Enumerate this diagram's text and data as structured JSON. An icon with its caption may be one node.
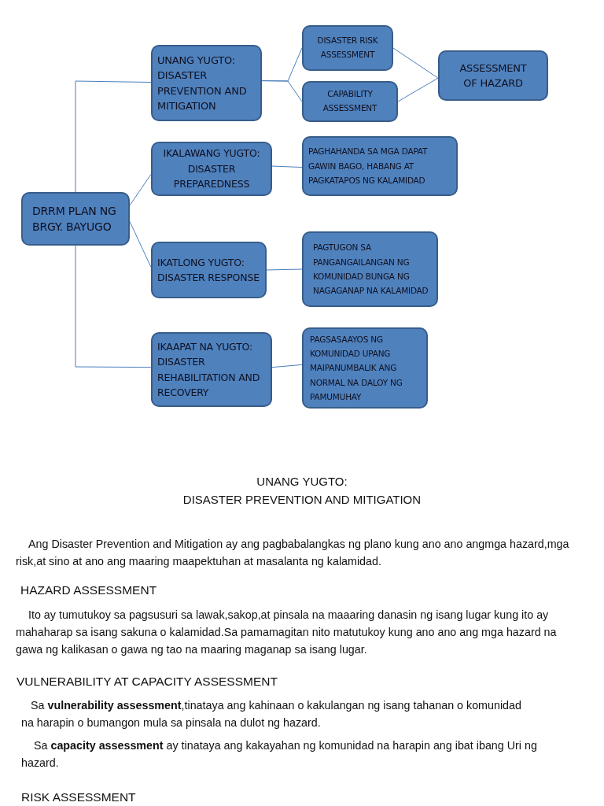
{
  "diagram": {
    "nodes": [
      {
        "text": [
          "DRRM PLAN NG BRGY. BAYUGO"
        ]
      },
      {
        "text": [
          "UNANG YUGTO: DISASTER PREVENTION AND MITIGATION"
        ]
      },
      {
        "text": [
          "DISASTER RISK ASSESSMENT"
        ]
      },
      {
        "text": [
          "CAPABILITY ASSESSMENT"
        ]
      },
      {
        "text": [
          "ASSESSMENT OF HAZARD"
        ]
      },
      {
        "text": [
          "IKALAWANG YUGTO: DISASTER PREPAREDNESS"
        ]
      },
      {
        "text": [
          "PAGHAHANDA SA MGA DAPAT GAWIN BAGO, HABANG AT PAGKATAPOS NG KALAMIDAD"
        ]
      },
      {
        "text": [
          "IKATLONG YUGTO: DISASTER RESPONSE"
        ]
      },
      {
        "text": [
          "PAGTUGON SA PANGANGAILANGAN NG KOMUNIDAD BUNGA NG NAGAGANAP NA KALAMIDAD"
        ]
      },
      {
        "text": [
          "IKAAPAT NA YUGTO: DISASTER REHABILITATION AND RECOVERY"
        ]
      },
      {
        "text": [
          "PAGSASAAYOS NG KOMUNIDAD UPANG MAIPANUMBALIK ANG NORMAL NA DALOY NG PAMUMUHAY"
        ]
      }
    ],
    "edges": [
      {
        "from": 0,
        "to": 1,
        "arrow": "none"
      },
      {
        "from": 0,
        "to": 5,
        "arrow": "none"
      },
      {
        "from": 0,
        "to": 7,
        "arrow": "none"
      },
      {
        "from": 0,
        "to": 9,
        "arrow": "none"
      },
      {
        "from": 1,
        "to": 2,
        "arrow": "none"
      },
      {
        "from": 1,
        "to": 3,
        "arrow": "none"
      },
      {
        "from": 2,
        "to": 4,
        "arrow": "none"
      },
      {
        "from": 3,
        "to": 4,
        "arrow": "none"
      },
      {
        "from": 5,
        "to": 6,
        "arrow": "none"
      },
      {
        "from": 7,
        "to": 8,
        "arrow": "none"
      },
      {
        "from": 9,
        "to": 10,
        "arrow": "none"
      }
    ],
    "labels": [
      "UNANG YUGTO:",
      "DISASTER PREVENTION AND MITIGATION",
      "Ang Disaster Prevention and Mitigation ay ang pagbabalangkas ng plano kung ano ano angmga hazard,mga risk,at sino at ano ang maaring maapektuhan at masalanta ng kalamidad.",
      "HAZARD ASSESSMENT",
      "Ito ay tumutukoy sa pagsusuri sa lawak,sakop,at pinsala na maaaring danasin ng isang lugar kung ito ay mahaharap sa isang sakuna o kalamidad.Sa pamamagitan nito matutukoy kung ano ano ang mga hazard na gawa ng kalikasan o gawa ng tao na maaring maganap sa isang lugar.",
      "VULNERABILITY AT CAPACITY ASSESSMENT",
      "Sa **vulnerability assessment**,tinataya ang kahinaan o kakulangan ng isang tahanan o komunidad na harapin o bumangon mula sa pinsala na dulot ng hazard.",
      "Sa **capacity assessment** ay tinataya ang kakayahan ng komunidad na harapin ang ibat ibang Uri ng hazard.",
      "RISK ASSESSMENT"
    ]
  }
}
